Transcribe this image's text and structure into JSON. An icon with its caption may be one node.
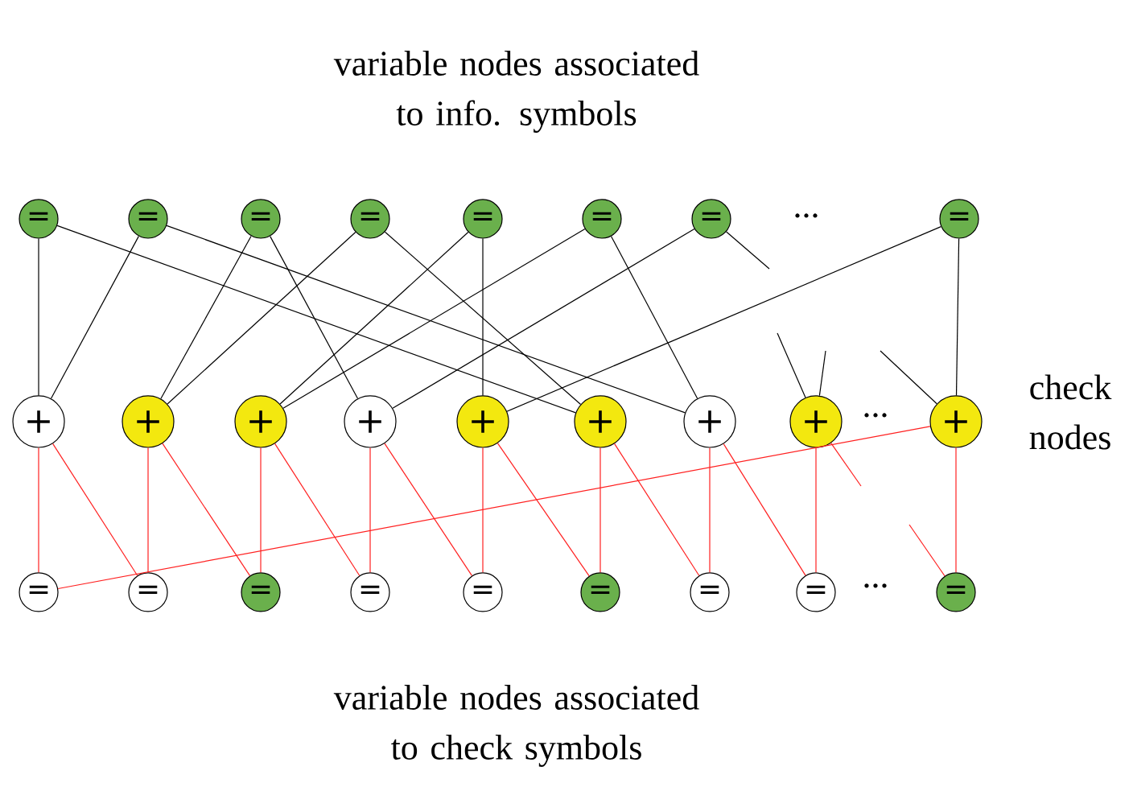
{
  "diagram": {
    "nodes": [
      {
        "text": [
          "="
        ]
      },
      {
        "text": [
          "="
        ]
      },
      {
        "text": [
          "="
        ]
      },
      {
        "text": [
          "="
        ]
      },
      {
        "text": [
          "="
        ]
      },
      {
        "text": [
          "="
        ]
      },
      {
        "text": [
          "="
        ]
      },
      {
        "text": [
          "="
        ]
      },
      {
        "text": [
          "+"
        ]
      },
      {
        "text": [
          "+"
        ]
      },
      {
        "text": [
          "+"
        ]
      },
      {
        "text": [
          "+"
        ]
      },
      {
        "text": [
          "+"
        ]
      },
      {
        "text": [
          "+"
        ]
      },
      {
        "text": [
          "+"
        ]
      },
      {
        "text": [
          "+"
        ]
      },
      {
        "text": [
          "+"
        ]
      },
      {
        "text": [
          "="
        ]
      },
      {
        "text": [
          "="
        ]
      },
      {
        "text": [
          "="
        ]
      },
      {
        "text": [
          "="
        ]
      },
      {
        "text": [
          "="
        ]
      },
      {
        "text": [
          "="
        ]
      },
      {
        "text": [
          "="
        ]
      },
      {
        "text": [
          "="
        ]
      },
      {
        "text": [
          "="
        ]
      }
    ],
    "edges": [
      {
        "from": 0,
        "to": 8,
        "arrow": "none"
      },
      {
        "from": 1,
        "to": 8,
        "arrow": "none"
      },
      {
        "from": 2,
        "to": 9,
        "arrow": "none"
      },
      {
        "from": 3,
        "to": 9,
        "arrow": "none"
      },
      {
        "from": 4,
        "to": 10,
        "arrow": "none"
      },
      {
        "from": 5,
        "to": 10,
        "arrow": "none"
      },
      {
        "from": 2,
        "to": 11,
        "arrow": "none"
      },
      {
        "from": 6,
        "to": 11,
        "arrow": "none"
      },
      {
        "from": 4,
        "to": 12,
        "arrow": "none"
      },
      {
        "from": 7,
        "to": 12,
        "arrow": "none"
      },
      {
        "from": 0,
        "to": 13,
        "arrow": "none"
      },
      {
        "from": 3,
        "to": 13,
        "arrow": "none"
      },
      {
        "from": 1,
        "to": 14,
        "arrow": "none"
      },
      {
        "from": 5,
        "to": 14,
        "arrow": "none"
      },
      {
        "from": 7,
        "to": 16,
        "arrow": "none"
      },
      {
        "from": 6,
        "to": null,
        "arrow": "none"
      },
      {
        "from": null,
        "to": 15,
        "arrow": "none"
      },
      {
        "from": null,
        "to": 15,
        "arrow": "none"
      },
      {
        "from": null,
        "to": 16,
        "arrow": "none"
      },
      {
        "from": 8,
        "to": 17,
        "arrow": "none",
        "color": "#ff2020"
      },
      {
        "from": 8,
        "to": 18,
        "arrow": "none",
        "color": "#ff2020"
      },
      {
        "from": 9,
        "to": 18,
        "arrow": "none",
        "color": "#ff2020"
      },
      {
        "from": 9,
        "to": 19,
        "arrow": "none",
        "color": "#ff2020"
      },
      {
        "from": 10,
        "to": 19,
        "arrow": "none",
        "color": "#ff2020"
      },
      {
        "from": 10,
        "to": 20,
        "arrow": "none",
        "color": "#ff2020"
      },
      {
        "from": 11,
        "to": 20,
        "arrow": "none",
        "color": "#ff2020"
      },
      {
        "from": 11,
        "to": 21,
        "arrow": "none",
        "color": "#ff2020"
      },
      {
        "from": 12,
        "to": 21,
        "arrow": "none",
        "color": "#ff2020"
      },
      {
        "from": 12,
        "to": 22,
        "arrow": "none",
        "color": "#ff2020"
      },
      {
        "from": 13,
        "to": 22,
        "arrow": "none",
        "color": "#ff2020"
      },
      {
        "from": 13,
        "to": 23,
        "arrow": "none",
        "color": "#ff2020"
      },
      {
        "from": 14,
        "to": 23,
        "arrow": "none",
        "color": "#ff2020"
      },
      {
        "from": 14,
        "to": 24,
        "arrow": "none",
        "color": "#ff2020"
      },
      {
        "from": 15,
        "to": 24,
        "arrow": "none",
        "color": "#ff2020"
      },
      {
        "from": 15,
        "to": null,
        "arrow": "none",
        "color": "#ff2020"
      },
      {
        "from": 16,
        "to": 25,
        "arrow": "none",
        "color": "#ff2020"
      },
      {
        "from": 16,
        "to": 17,
        "arrow": "none",
        "color": "#ff2020"
      },
      {
        "from": null,
        "to": 25,
        "arrow": "none",
        "color": "#ff2020"
      }
    ],
    "labels": [
      "variable nodes associated to info. symbols",
      "...",
      "check nodes",
      "...",
      "...",
      "variable nodes associated to check symbols"
    ]
  }
}
